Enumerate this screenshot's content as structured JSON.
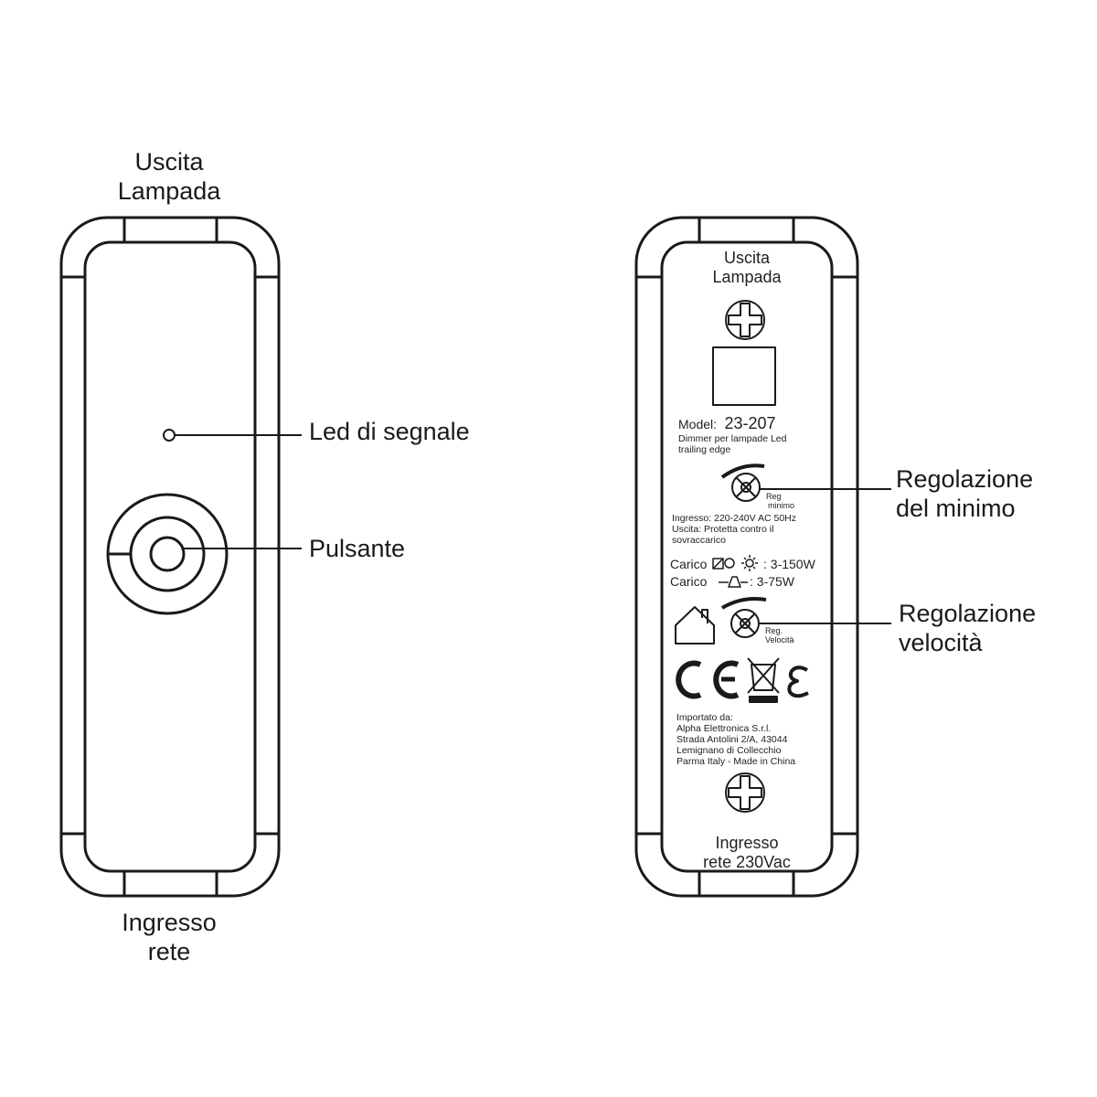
{
  "front": {
    "top_label": [
      "Uscita",
      "Lampada"
    ],
    "bottom_label": [
      "Ingresso",
      "rete"
    ],
    "led_label": "Led di segnale",
    "button_label": "Pulsante"
  },
  "back": {
    "top_label": [
      "Uscita",
      "Lampada"
    ],
    "bottom_label": [
      "Ingresso",
      "rete 230Vac"
    ],
    "model_prefix": "Model:",
    "model_number": "23-207",
    "description": [
      "Dimmer per lampade Led",
      "trailing edge"
    ],
    "min_knob_caption": [
      "Reg",
      "minimo"
    ],
    "input_spec": [
      "Ingresso: 220-240V AC 50Hz",
      "Uscita: Protetta contro il",
      "sovraccarico"
    ],
    "load_1_label": "Carico",
    "load_1_value": ": 3-150W",
    "load_2_label": "Carico",
    "load_2_value": ": 3-75W",
    "speed_knob_caption": [
      "Reg.",
      "Velocità"
    ],
    "importer": [
      "Importato da:",
      "Alpha Elettronica S.r.l.",
      "Strada Antolini 2/A, 43044",
      "Lemignano di Collecchio",
      "Parma Italy - Made in China"
    ]
  },
  "callouts": {
    "min_adjust": [
      "Regolazione",
      "del minimo"
    ],
    "speed_adjust": [
      "Regolazione",
      "velocità"
    ]
  },
  "icons": [
    "screw-icon",
    "label-square-icon",
    "knob-icon",
    "led-bulb-icon",
    "sun-icon",
    "lamp-icon",
    "house-icon",
    "ce-mark-icon",
    "weee-bin-icon",
    "eac-mark-icon"
  ]
}
